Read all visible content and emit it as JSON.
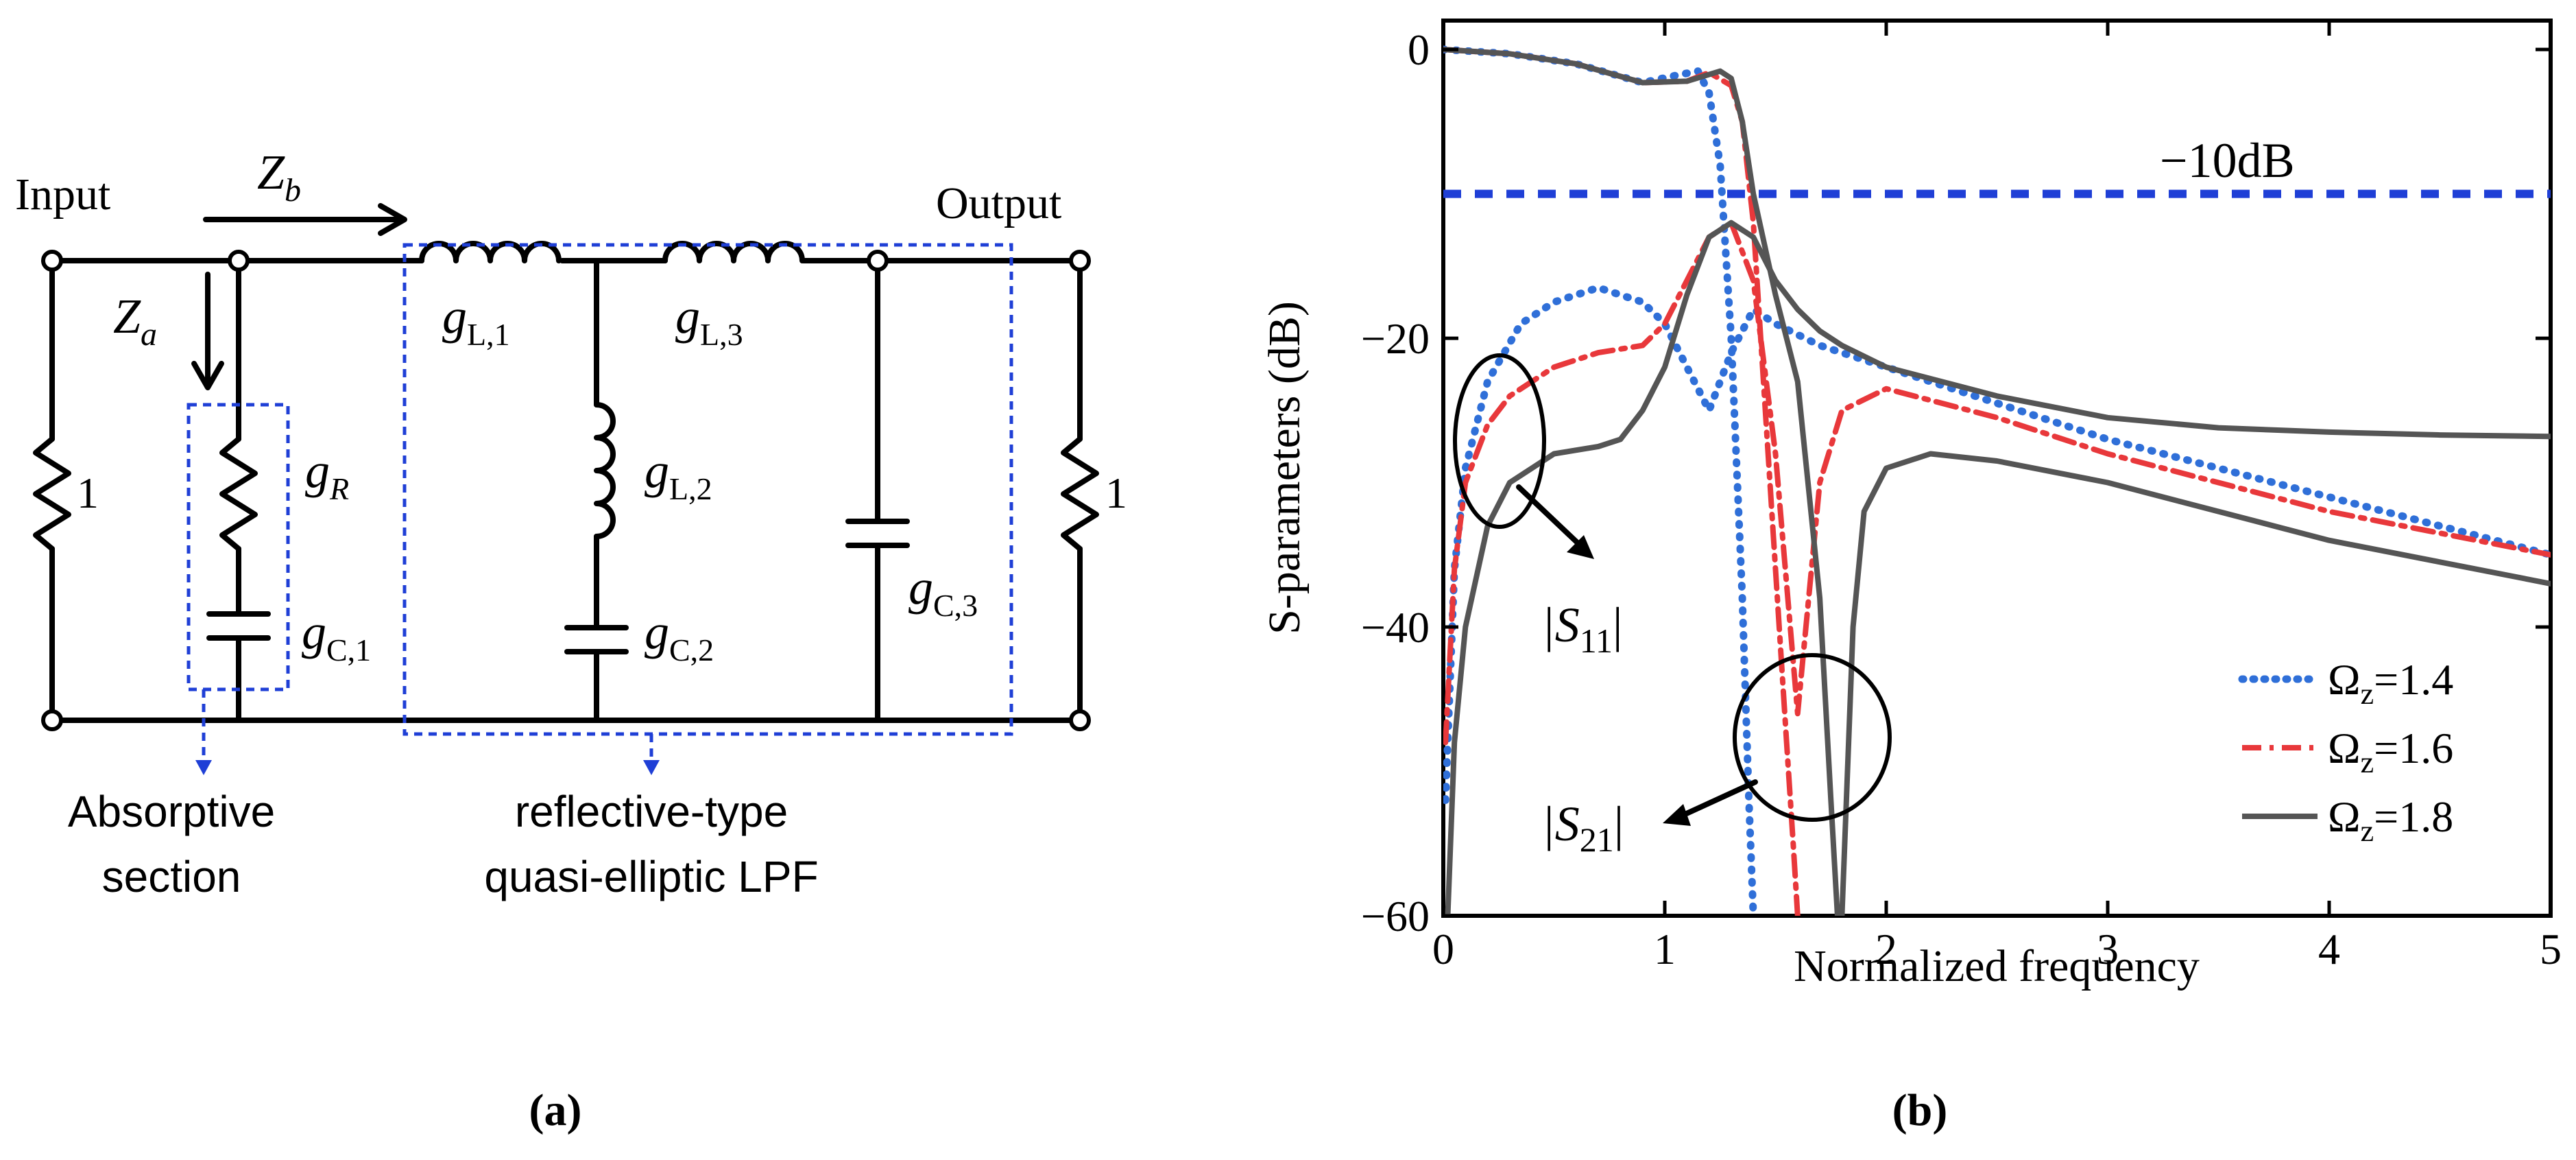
{
  "panel_a": {
    "caption": "(a)",
    "labels": {
      "input": "Input",
      "output": "Output",
      "zb": "Z",
      "zb_sub": "b",
      "za": "Z",
      "za_sub": "a",
      "r_left": "1",
      "r_right": "1",
      "gR": "g",
      "gR_sub": "R",
      "gC1": "g",
      "gC1_sub": "C,1",
      "gL1": "g",
      "gL1_sub": "L,1",
      "gL2": "g",
      "gL2_sub": "L,2",
      "gL3": "g",
      "gL3_sub": "L,3",
      "gC2": "g",
      "gC2_sub": "C,2",
      "gC3": "g",
      "gC3_sub": "C,3"
    },
    "sections": {
      "absorptive_line1": "Absorptive",
      "absorptive_line2": "section",
      "reflective_line1": "reflective-type",
      "reflective_line2": "quasi-elliptic LPF"
    },
    "colors": {
      "box": "#1f3fd6",
      "wire": "#000000"
    }
  },
  "panel_b": {
    "caption": "(b)",
    "annotations": {
      "ten_db": "−10dB",
      "s11": "|S",
      "s11_sub": "11",
      "s21": "|S",
      "s21_sub": "21"
    }
  },
  "chart_data": {
    "type": "line",
    "xlabel": "Normalized frequency",
    "ylabel": "S-parameters (dB)",
    "xlim": [
      0,
      5
    ],
    "ylim": [
      -60,
      2
    ],
    "xticks": [
      0,
      1,
      2,
      3,
      4,
      5
    ],
    "yticks": [
      0,
      -20,
      -40,
      -60
    ],
    "ytick_labels": [
      "0",
      "−20",
      "−40",
      "−60"
    ],
    "reference_line": {
      "y": -10,
      "label": "−10dB",
      "color": "#1f3fd6"
    },
    "legend_position": "bottom-right",
    "series": [
      {
        "name": "Ωz=1.4",
        "legend_main": "Ω",
        "legend_sub": "z",
        "legend_value": "=1.4",
        "color": "#2f6fd8",
        "style": "dotted",
        "parameter": "S21",
        "x": [
          0,
          0.3,
          0.6,
          0.9,
          1.05,
          1.15,
          1.2,
          1.25,
          1.3,
          1.35,
          1.38,
          1.4
        ],
        "y": [
          0,
          -0.3,
          -1.0,
          -2.3,
          -1.8,
          -1.5,
          -3,
          -8,
          -20,
          -38,
          -52,
          -60
        ]
      },
      {
        "name": "Ωz=1.4",
        "color": "#2f6fd8",
        "style": "dotted",
        "parameter": "S11",
        "x": [
          0.01,
          0.05,
          0.1,
          0.2,
          0.35,
          0.5,
          0.7,
          0.9,
          1.0,
          1.1,
          1.2,
          1.3,
          1.4,
          1.5,
          1.7,
          2.0,
          2.5,
          3.0,
          3.5,
          4.0,
          4.5,
          5.0
        ],
        "y": [
          -52,
          -36,
          -29,
          -23,
          -19,
          -17.5,
          -16.5,
          -17.5,
          -19,
          -22,
          -25,
          -21,
          -18,
          -19,
          -20.5,
          -22,
          -24.5,
          -27,
          -29,
          -31,
          -33,
          -35
        ]
      },
      {
        "name": "Ωz=1.6",
        "legend_main": "Ω",
        "legend_sub": "z",
        "legend_value": "=1.6",
        "color": "#e8383b",
        "style": "dashdot",
        "parameter": "S21",
        "x": [
          0,
          0.3,
          0.6,
          0.9,
          1.1,
          1.2,
          1.3,
          1.35,
          1.4,
          1.45,
          1.5,
          1.55,
          1.58,
          1.6
        ],
        "y": [
          0,
          -0.3,
          -1.0,
          -2.3,
          -2.2,
          -1.6,
          -2.5,
          -5,
          -12,
          -24,
          -36,
          -48,
          -55,
          -60
        ]
      },
      {
        "name": "Ωz=1.6",
        "color": "#e8383b",
        "style": "dashdot",
        "parameter": "S11",
        "x": [
          0.01,
          0.05,
          0.1,
          0.2,
          0.3,
          0.5,
          0.7,
          0.9,
          1.0,
          1.1,
          1.2,
          1.3,
          1.4,
          1.5,
          1.6,
          1.65,
          1.7,
          1.8,
          2.0,
          2.5,
          3.0,
          3.5,
          4.0,
          4.5,
          5.0
        ],
        "y": [
          -48,
          -36,
          -30,
          -26,
          -24,
          -22,
          -21,
          -20.5,
          -19,
          -16,
          -13,
          -12,
          -16,
          -28,
          -46,
          -38,
          -30,
          -25,
          -23.5,
          -25.5,
          -28,
          -30,
          -32,
          -33.5,
          -35
        ]
      },
      {
        "name": "Ωz=1.8",
        "legend_main": "Ω",
        "legend_sub": "z",
        "legend_value": "=1.8",
        "color": "#555555",
        "style": "solid",
        "parameter": "S21",
        "x": [
          0,
          0.3,
          0.6,
          0.9,
          1.1,
          1.25,
          1.3,
          1.35,
          1.4,
          1.5,
          1.6,
          1.7,
          1.75,
          1.78,
          1.8,
          1.85,
          1.9,
          2.0,
          2.2,
          2.5,
          3.0,
          3.5,
          4.0,
          4.5,
          5.0
        ],
        "y": [
          0,
          -0.3,
          -1.0,
          -2.3,
          -2.2,
          -1.5,
          -2,
          -5,
          -10,
          -17,
          -23,
          -38,
          -52,
          -60,
          -60,
          -40,
          -32,
          -29,
          -28,
          -28.5,
          -30,
          -32,
          -34,
          -35.5,
          -37
        ]
      },
      {
        "name": "Ωz=1.8",
        "color": "#555555",
        "style": "solid",
        "parameter": "S11",
        "x": [
          0.02,
          0.05,
          0.1,
          0.2,
          0.3,
          0.5,
          0.7,
          0.8,
          0.9,
          1.0,
          1.1,
          1.2,
          1.3,
          1.4,
          1.5,
          1.6,
          1.7,
          1.8,
          2.0,
          2.5,
          3.0,
          3.5,
          4.0,
          4.5,
          5.0
        ],
        "y": [
          -60,
          -48,
          -40,
          -33,
          -30,
          -28,
          -27.5,
          -27,
          -25,
          -22,
          -17,
          -13,
          -12,
          -13,
          -16,
          -18,
          -19.5,
          -20.5,
          -22,
          -24,
          -25.5,
          -26.2,
          -26.5,
          -26.7,
          -26.8
        ]
      }
    ]
  }
}
